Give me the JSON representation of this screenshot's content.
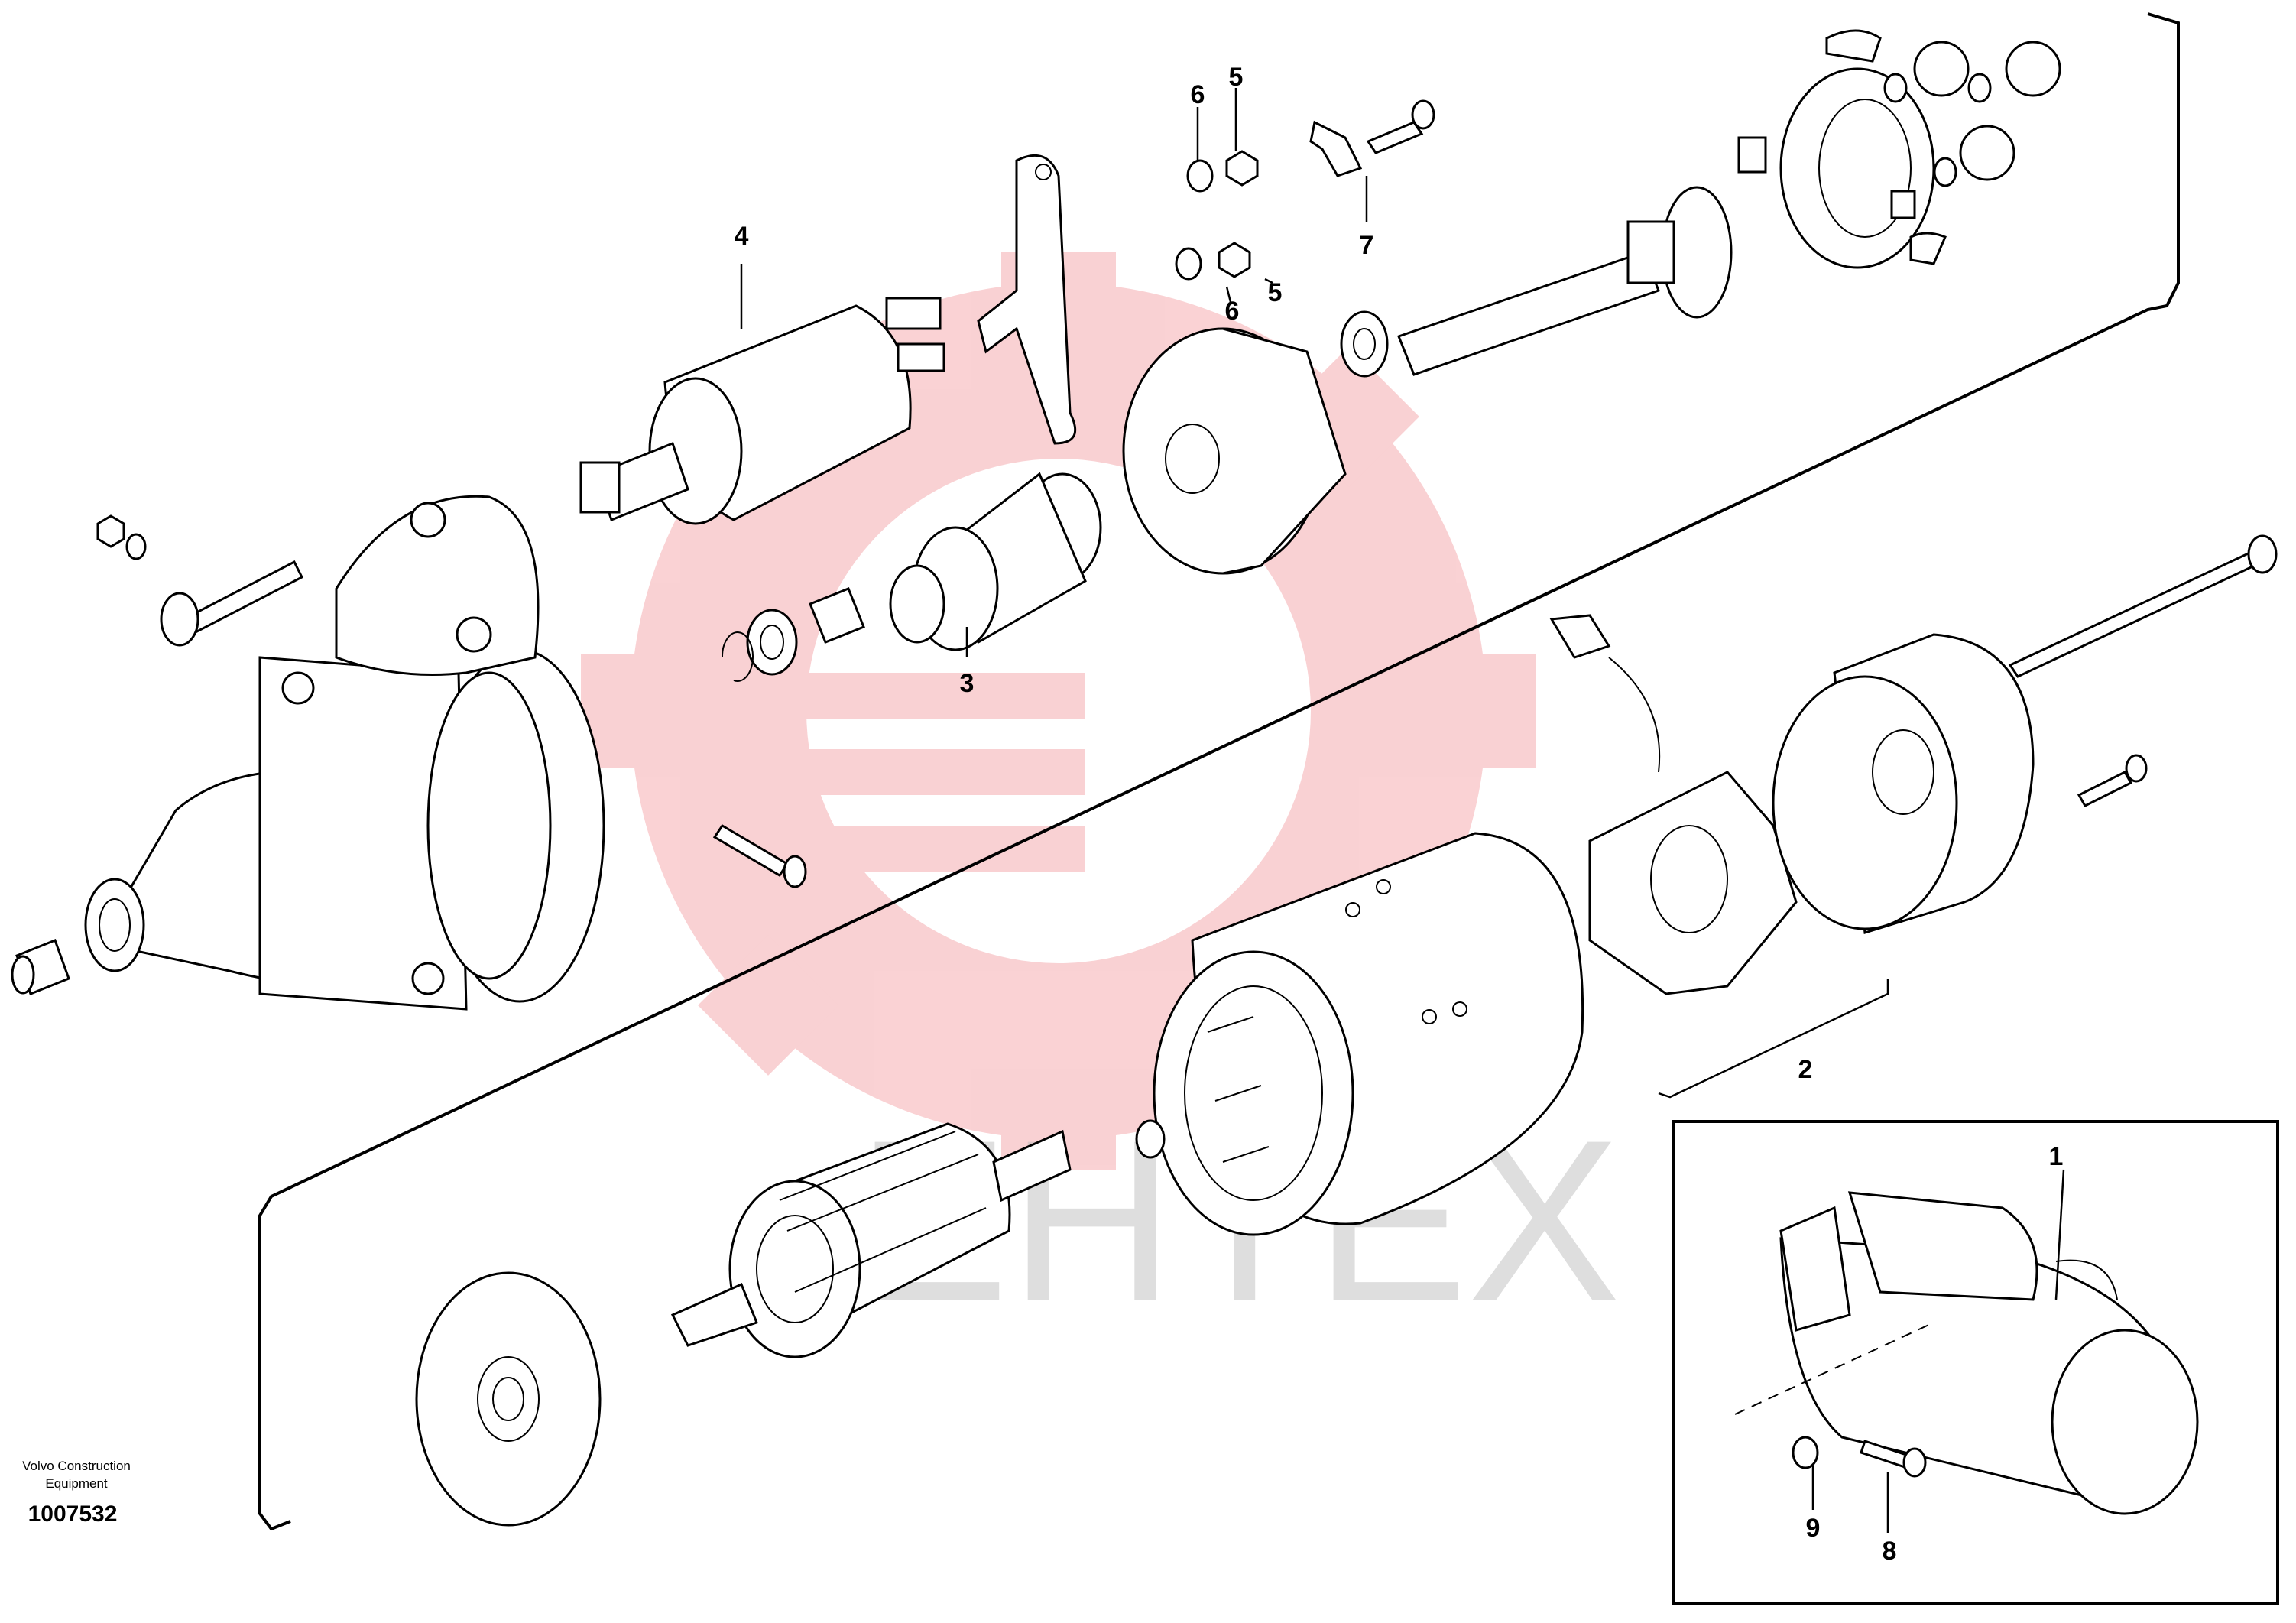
{
  "drawing": {
    "caption_line1": "Volvo Construction",
    "caption_line2": "Equipment",
    "doc_number": "1007532",
    "watermark_text": "EHTEX",
    "watermark_color": "#e8313a"
  },
  "callouts": [
    {
      "id": "c1",
      "label": "1"
    },
    {
      "id": "c2",
      "label": "2"
    },
    {
      "id": "c3",
      "label": "3"
    },
    {
      "id": "c4",
      "label": "4"
    },
    {
      "id": "c5a",
      "label": "5"
    },
    {
      "id": "c5b",
      "label": "5"
    },
    {
      "id": "c6a",
      "label": "6"
    },
    {
      "id": "c6b",
      "label": "6"
    },
    {
      "id": "c7",
      "label": "7"
    },
    {
      "id": "c8",
      "label": "8"
    },
    {
      "id": "c9",
      "label": "9"
    }
  ],
  "icons": {
    "watermark": "gear-logo-icon"
  }
}
